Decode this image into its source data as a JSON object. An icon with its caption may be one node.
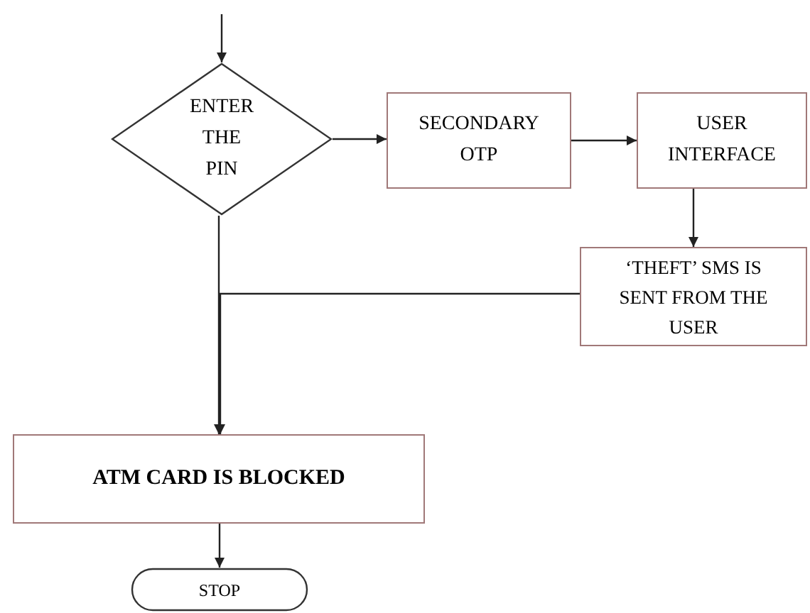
{
  "diagram": {
    "nodes": [
      {
        "text": [
          "ENTER THE PIN"
        ]
      },
      {
        "text": [
          "SECONDARY OTP"
        ]
      },
      {
        "text": [
          "USER INTERFACE"
        ]
      },
      {
        "text": [
          "‘THEFT’ SMS IS SENT FROM THE USER"
        ]
      },
      {
        "text": [
          "ATM CARD IS BLOCKED"
        ]
      },
      {
        "text": [
          "STOP"
        ]
      }
    ],
    "edges": [
      {
        "from": null,
        "to": 0,
        "arrow": "to"
      },
      {
        "from": 0,
        "to": 1,
        "arrow": "to"
      },
      {
        "from": 1,
        "to": 2,
        "arrow": "to"
      },
      {
        "from": 2,
        "to": 3,
        "arrow": "to"
      },
      {
        "from": 3,
        "to": 4,
        "arrow": "to"
      },
      {
        "from": 0,
        "to": 4,
        "arrow": "to"
      },
      {
        "from": 4,
        "to": 5,
        "arrow": "to"
      }
    ]
  }
}
